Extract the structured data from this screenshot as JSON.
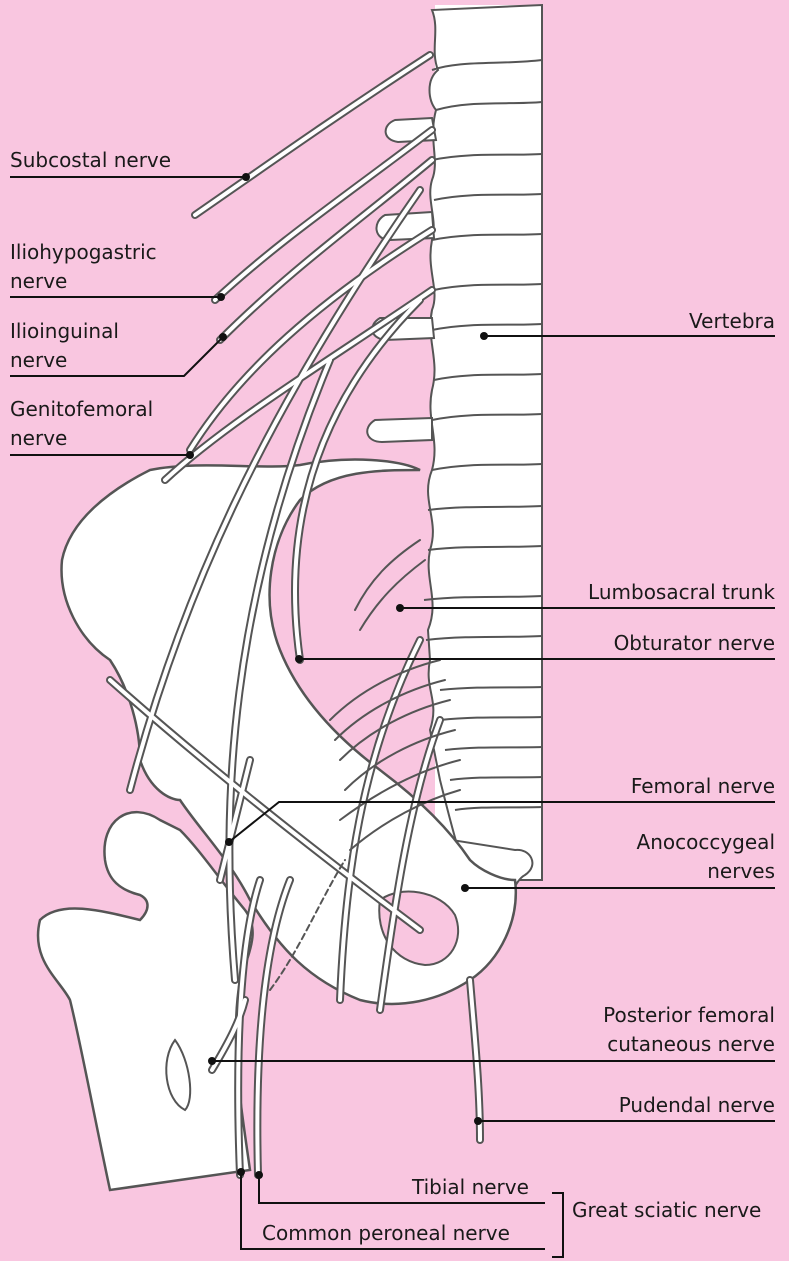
{
  "labels": {
    "subcostal": "Subcostal nerve",
    "iliohypogastric_1": "Iliohypogastric",
    "iliohypogastric_2": "nerve",
    "ilioinguinal_1": "Ilioinguinal",
    "ilioinguinal_2": "nerve",
    "genitofemoral_1": "Genitofemoral",
    "genitofemoral_2": "nerve",
    "vertebra": "Vertebra",
    "lumbosacral": "Lumbosacral trunk",
    "obturator": "Obturator nerve",
    "femoral": "Femoral nerve",
    "anococcygeal_1": "Anococcygeal",
    "anococcygeal_2": "nerves",
    "post_fem_1": "Posterior femoral",
    "post_fem_2": "cutaneous nerve",
    "pudendal": "Pudendal nerve",
    "tibial": "Tibial nerve",
    "common_peroneal": "Common peroneal nerve",
    "great_sciatic": "Great sciatic nerve"
  },
  "colors": {
    "background": "#f9c6e0",
    "bone": "#ffffff",
    "outline": "#555555",
    "leader": "#111111"
  }
}
